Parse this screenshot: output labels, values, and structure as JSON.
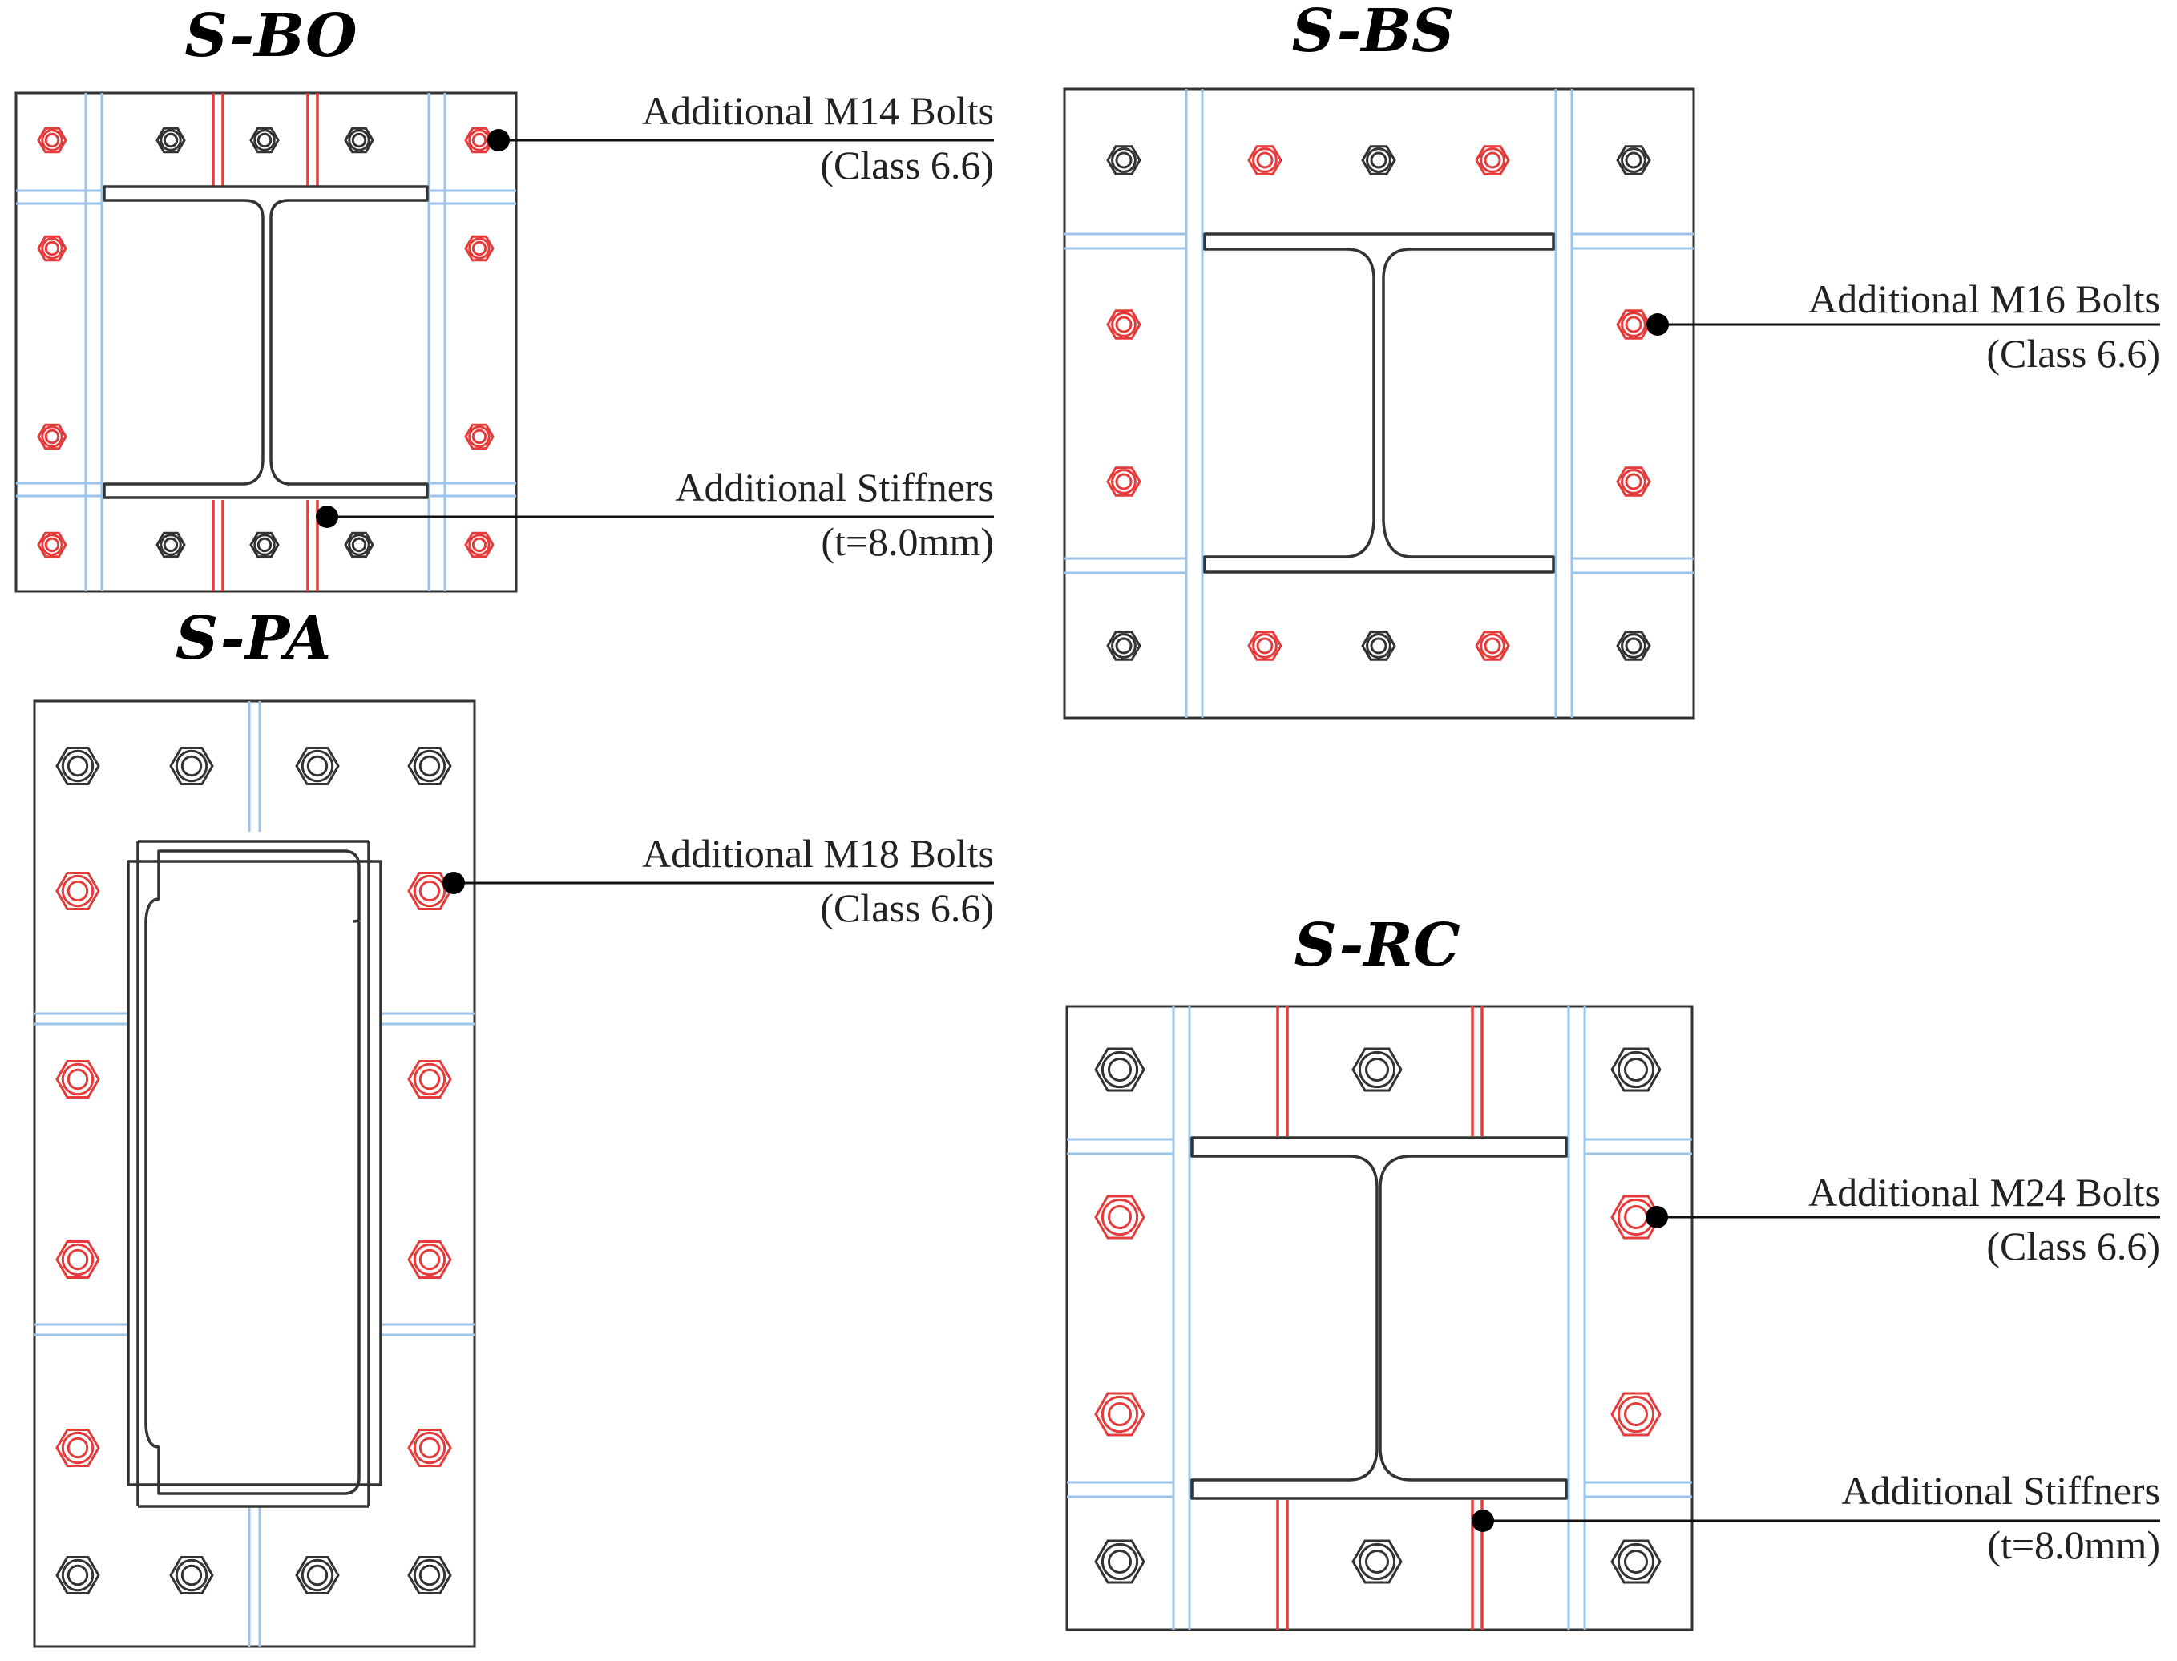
{
  "colors": {
    "existing_bolt": "#333333",
    "additional_bolt": "#e53b3b",
    "stiffener": "#e53b3b",
    "gridline": "#9cc3e8",
    "outline": "#333333"
  },
  "panels": {
    "s_bo": {
      "title": "S-BO",
      "bolt_note": {
        "line1": "Additional M14 Bolts",
        "line2": "(Class 6.6)"
      },
      "stiffener_note": {
        "line1": "Additional Stiffners",
        "line2": "(t=8.0mm)"
      }
    },
    "s_bs": {
      "title": "S-BS",
      "bolt_note": {
        "line1": "Additional M16 Bolts",
        "line2": "(Class 6.6)"
      }
    },
    "s_pa": {
      "title": "S-PA",
      "bolt_note": {
        "line1": "Additional M18 Bolts",
        "line2": "(Class 6.6)"
      }
    },
    "s_rc": {
      "title": "S-RC",
      "bolt_note": {
        "line1": "Additional M24 Bolts",
        "line2": "(Class 6.6)"
      },
      "stiffener_note": {
        "line1": "Additional Stiffners",
        "line2": "(t=8.0mm)"
      }
    }
  }
}
